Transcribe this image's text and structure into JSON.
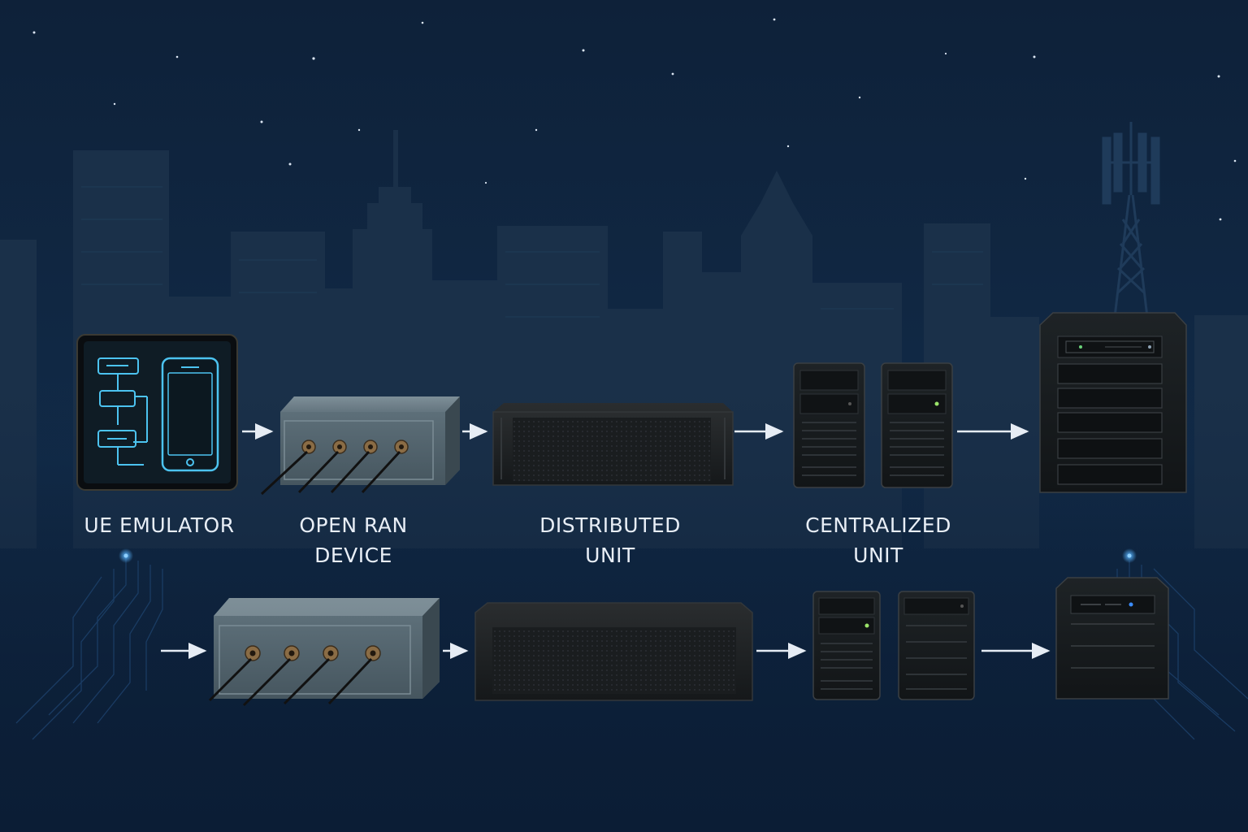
{
  "labels": {
    "ue_emulator": "UE EMULATOR",
    "open_ran_line1": "OPEN RAN",
    "open_ran_line2": "DEVICE",
    "distributed_line1": "DISTRIBUTED",
    "distributed_line2": "UNIT",
    "centralized_line1": "CENTRALIZED",
    "centralized_line2": "UNIT"
  },
  "icons": [
    "ue-emulator-tablet-icon",
    "phone-icon",
    "open-ran-device-icon",
    "distributed-unit-icon",
    "centralized-unit-server-icon",
    "core-server-rack-icon",
    "cell-tower-icon"
  ],
  "colors": {
    "sky_top": "#0d2038",
    "sky_bottom": "#0a1a30",
    "building": "#1a3049",
    "screen_accent": "#4cc3f0",
    "led_green": "#9be46a",
    "led_blue": "#3b8cff",
    "arrow": "#e6ecf4"
  }
}
